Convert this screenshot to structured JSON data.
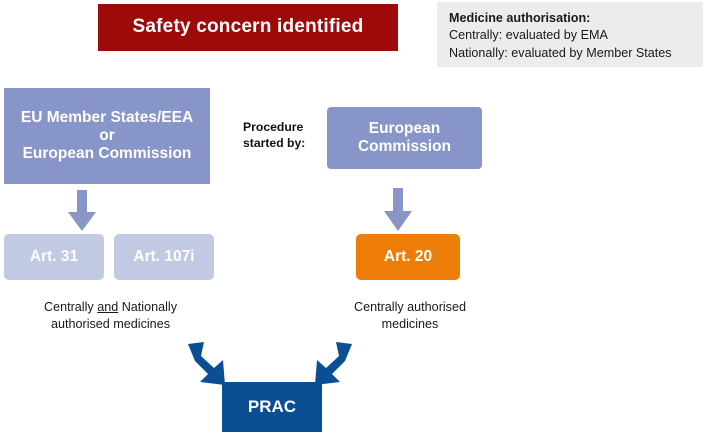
{
  "diagram": {
    "title_box": {
      "label": "Safety concern identified",
      "color": "#9E0A0A"
    },
    "legend": {
      "title": "Medicine authorisation:",
      "line_central": "Centrally: evaluated by EMA",
      "line_national": "Nationally: evaluated by Member States",
      "background": "#ECECEC"
    },
    "procedure_label": "Procedure\nstarted by:",
    "procedure_label_line1": "Procedure",
    "procedure_label_line2": "started by:",
    "sources": {
      "member_states": {
        "line1": "EU Member States/EEA",
        "line2": "or",
        "line3": "European Commission",
        "color": "#8795C8"
      },
      "european_commission": {
        "line1": "European",
        "line2": "Commission",
        "color": "#8795C8"
      }
    },
    "articles": {
      "art31": {
        "label": "Art. 31",
        "color": "#C2C9E2"
      },
      "art107i": {
        "label": "Art. 107i",
        "color": "#C2C9E2"
      },
      "art20": {
        "label": "Art. 20",
        "color": "#EE7D08"
      }
    },
    "captions": {
      "left_pre": "Centrally ",
      "left_underlined": "and",
      "left_post": " Nationally",
      "left_line2": "authorised medicines",
      "right_line1": "Centrally authorised",
      "right_line2": "medicines"
    },
    "outcome": {
      "label": "PRAC",
      "color": "#0A4F94"
    },
    "arrows": {
      "down_left": "down-arrow-icon",
      "down_right": "down-arrow-icon",
      "diagonal_left": "diagonal-down-right-arrow-icon",
      "diagonal_right": "diagonal-down-left-arrow-icon",
      "light_color": "#8795C8",
      "dark_color": "#0A4F94"
    }
  }
}
